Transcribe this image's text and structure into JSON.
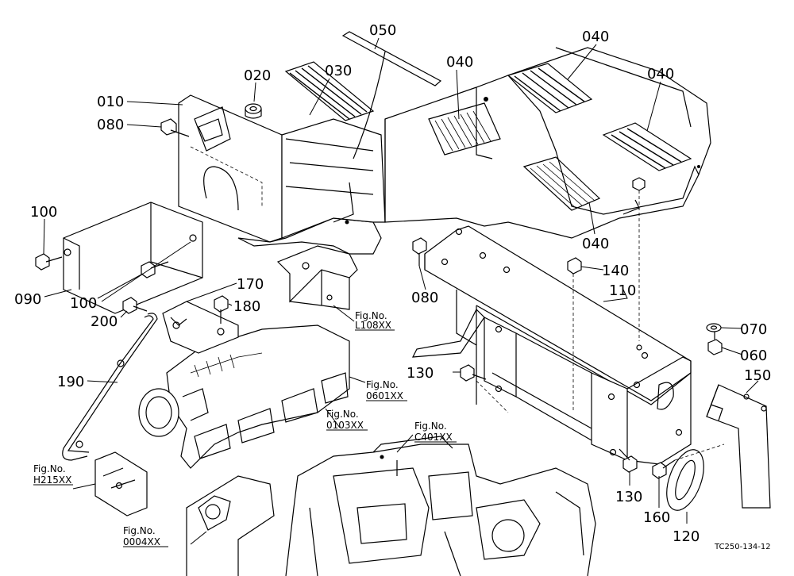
{
  "parts": {
    "p010": "010",
    "p020": "020",
    "p030": "030",
    "p040a": "040",
    "p040b": "040",
    "p040c": "040",
    "p040d": "040",
    "p050": "050",
    "p060": "060",
    "p070": "070",
    "p080a": "080",
    "p080b": "080",
    "p090": "090",
    "p100a": "100",
    "p100b": "100",
    "p110": "110",
    "p120": "120",
    "p130a": "130",
    "p130b": "130",
    "p140": "140",
    "p150": "150",
    "p160": "160",
    "p170": "170",
    "p180": "180",
    "p190": "190",
    "p200": "200"
  },
  "figrefs": {
    "f1": {
      "label": "Fig.No.",
      "code": "L108XX"
    },
    "f2": {
      "label": "Fig.No.",
      "code": "0601XX"
    },
    "f3": {
      "label": "Fig.No.",
      "code": "0103XX"
    },
    "f4": {
      "label": "Fig.No.",
      "code": "C401XX"
    },
    "f5": {
      "label": "Fig.No.",
      "code": "H215XX"
    },
    "f6": {
      "label": "Fig.No.",
      "code": "0004XX"
    }
  },
  "drawing_code": "TC250-134-12"
}
